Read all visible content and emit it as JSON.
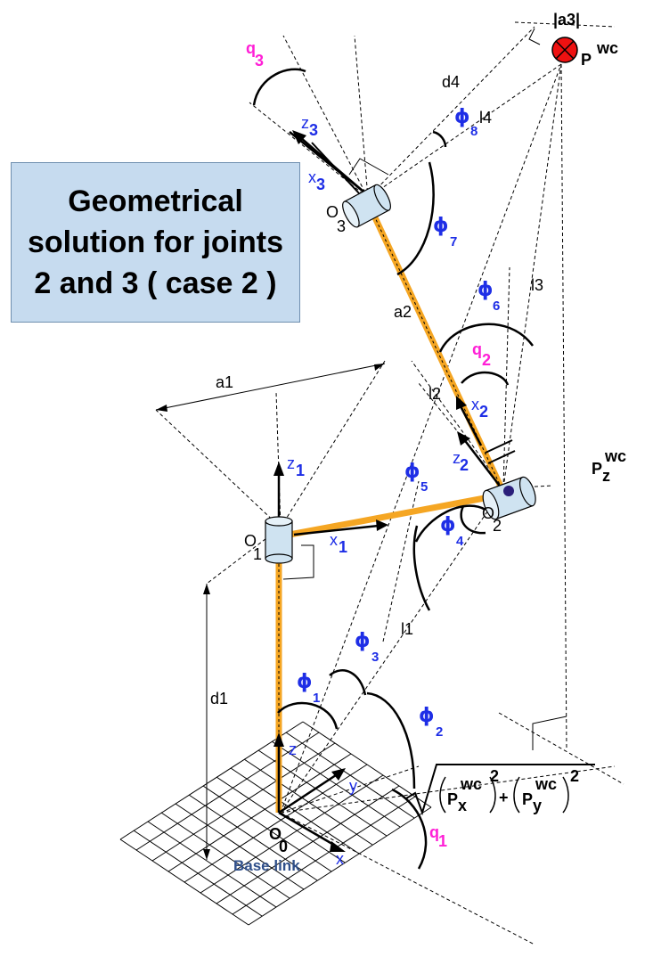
{
  "title": {
    "lines": [
      "Geometrical",
      "solution for joints",
      "2 and 3 ( case 2 )"
    ]
  },
  "labels": {
    "a3": "|a3|",
    "pwc_p": "P",
    "pwc_sup": "wc",
    "d4": "d4",
    "l4": "l4",
    "q3_q": "q",
    "q3_n": "3",
    "z3_z": "z",
    "z3_n": "3",
    "x3_x": "x",
    "x3_n": "3",
    "o3_o": "O",
    "o3_n": "3",
    "phi_symbol": "ϕ",
    "phi8_n": "8",
    "phi7_n": "7",
    "phi6_n": "6",
    "phi5_n": "5",
    "phi4_n": "4",
    "phi3_n": "3",
    "phi2_n": "2",
    "phi1_n": "1",
    "l3": "l3",
    "a2": "a2",
    "q2_q": "q",
    "q2_n": "2",
    "a1": "a1",
    "l2": "l2",
    "x2_x": "x",
    "x2_n": "2",
    "z2_z": "z",
    "z2_n": "2",
    "o2_o": "O",
    "o2_n": "2",
    "pz_p": "P",
    "pz_sub": "z",
    "pz_sup": "wc",
    "z1_z": "z",
    "z1_n": "1",
    "o1_o": "O",
    "o1_n": "1",
    "x1_x": "x",
    "x1_n": "1",
    "l1": "l1",
    "d1": "d1",
    "z0": "z",
    "y0": "y",
    "x0": "x",
    "o0_o": "O",
    "o0_n": "0",
    "base_link": "Base link",
    "q1_q": "q",
    "q1_n": "1",
    "sqrt_px_p": "P",
    "sqrt_px_sub": "x",
    "sqrt_sup": "wc",
    "sqrt_py_p": "P",
    "sqrt_py_sub": "y",
    "sqrt_pow": "2",
    "plus": "+"
  },
  "colors": {
    "link": "#f5a623",
    "blue_label": "#1e2ee6",
    "magenta_label": "#ff1fd6",
    "target_fill": "#ee1111",
    "title_bg": "#c6dbef",
    "joint_fill": "#cfe3f1"
  }
}
